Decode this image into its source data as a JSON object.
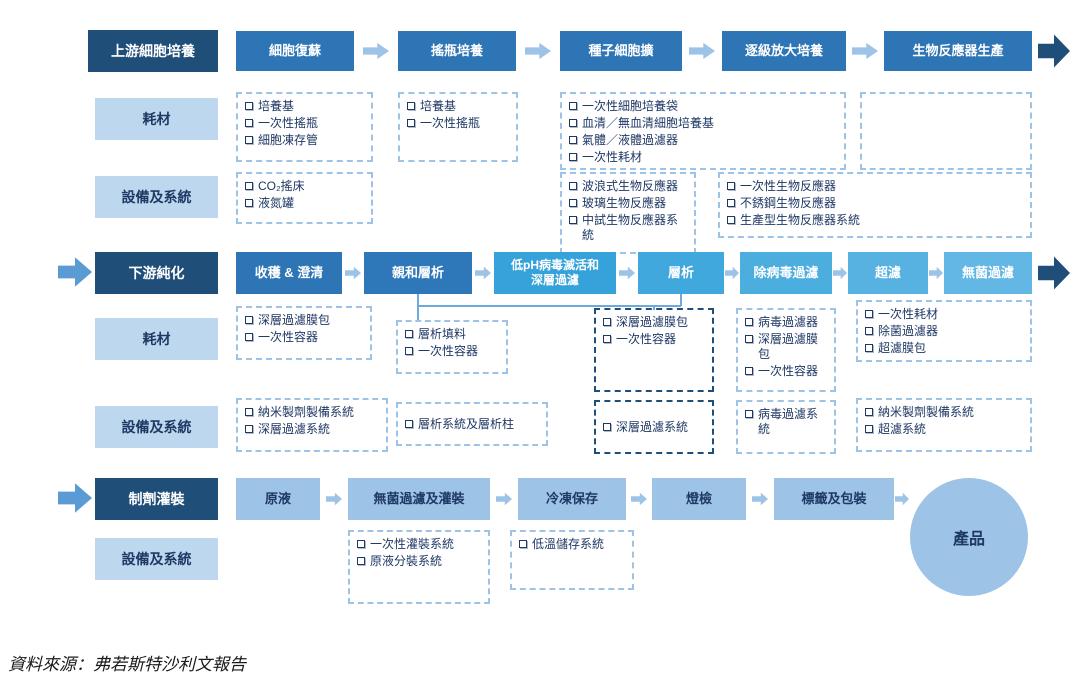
{
  "section_upstream": {
    "label": "上游細胞培養",
    "steps": [
      "細胞復蘇",
      "搖瓶培養",
      "種子細胞擴",
      "逐級放大培養",
      "生物反應器生產"
    ],
    "consumables": [
      [
        "培養基",
        "一次性搖瓶",
        "細胞凍存管"
      ],
      [
        "培養基",
        "一次性搖瓶"
      ],
      [
        "一次性細胞培養袋",
        "血清／無血清細胞培養基",
        "氣體／液體過濾器",
        "一次性耗材"
      ]
    ],
    "equipment": [
      [
        "CO₂搖床",
        "液氮罐"
      ],
      [
        "波浪式生物反應器",
        "玻璃生物反應器",
        "中試生物反應器系統"
      ],
      [
        "一次性生物反應器",
        "不銹鋼生物反應器",
        "生產型生物反應器系統"
      ]
    ]
  },
  "section_downstream": {
    "label": "下游純化",
    "steps": [
      "收穫 & 澄清",
      "親和層析",
      "低pH病毒滅活和深層過濾",
      "層析",
      "除病毒過濾",
      "超濾",
      "無菌過濾"
    ],
    "consumables": [
      [
        "深層過濾膜包",
        "一次性容器"
      ],
      [
        "層析填料",
        "一次性容器"
      ],
      [
        "深層過濾膜包",
        "一次性容器"
      ],
      [
        "病毒過濾器",
        "深層過濾膜包",
        "一次性容器"
      ],
      [
        "一次性耗材",
        "除菌過濾器",
        "超濾膜包"
      ]
    ],
    "equipment": [
      [
        "納米製劑製備系統",
        "深層過濾系統"
      ],
      [
        "層析系統及層析柱"
      ],
      [
        "深層過濾系統"
      ],
      [
        "病毒過濾系統"
      ],
      [
        "納米製劑製備系統",
        "超濾系統"
      ]
    ]
  },
  "section_filling": {
    "label": "制劑灌裝",
    "steps": [
      "原液",
      "無菌過濾及灌裝",
      "冷凍保存",
      "燈檢",
      "標籤及包裝"
    ],
    "equipment": [
      [
        "一次性灌裝系統",
        "原液分裝系統"
      ],
      [
        "低溫儲存系統"
      ]
    ],
    "product": "產品"
  },
  "row_labels": {
    "consumables": "耗材",
    "equipment": "設備及系統"
  },
  "source_note": "資料來源：弗若斯特沙利文報告",
  "colors": {
    "navy": "#1F4E79",
    "medium_blue": "#2E75B6",
    "light_blue_label": "#BDD7EE",
    "soft_blue": "#9DC3E6",
    "item_text_navy": "#1F3864",
    "left_arrow_blue": "#5B9BD5",
    "downstream_gradient": [
      "#2E75B6",
      "#2E78B9",
      "#36A2DA",
      "#41A8DD",
      "#4CADDF",
      "#57B2E1",
      "#62B7E4"
    ]
  }
}
